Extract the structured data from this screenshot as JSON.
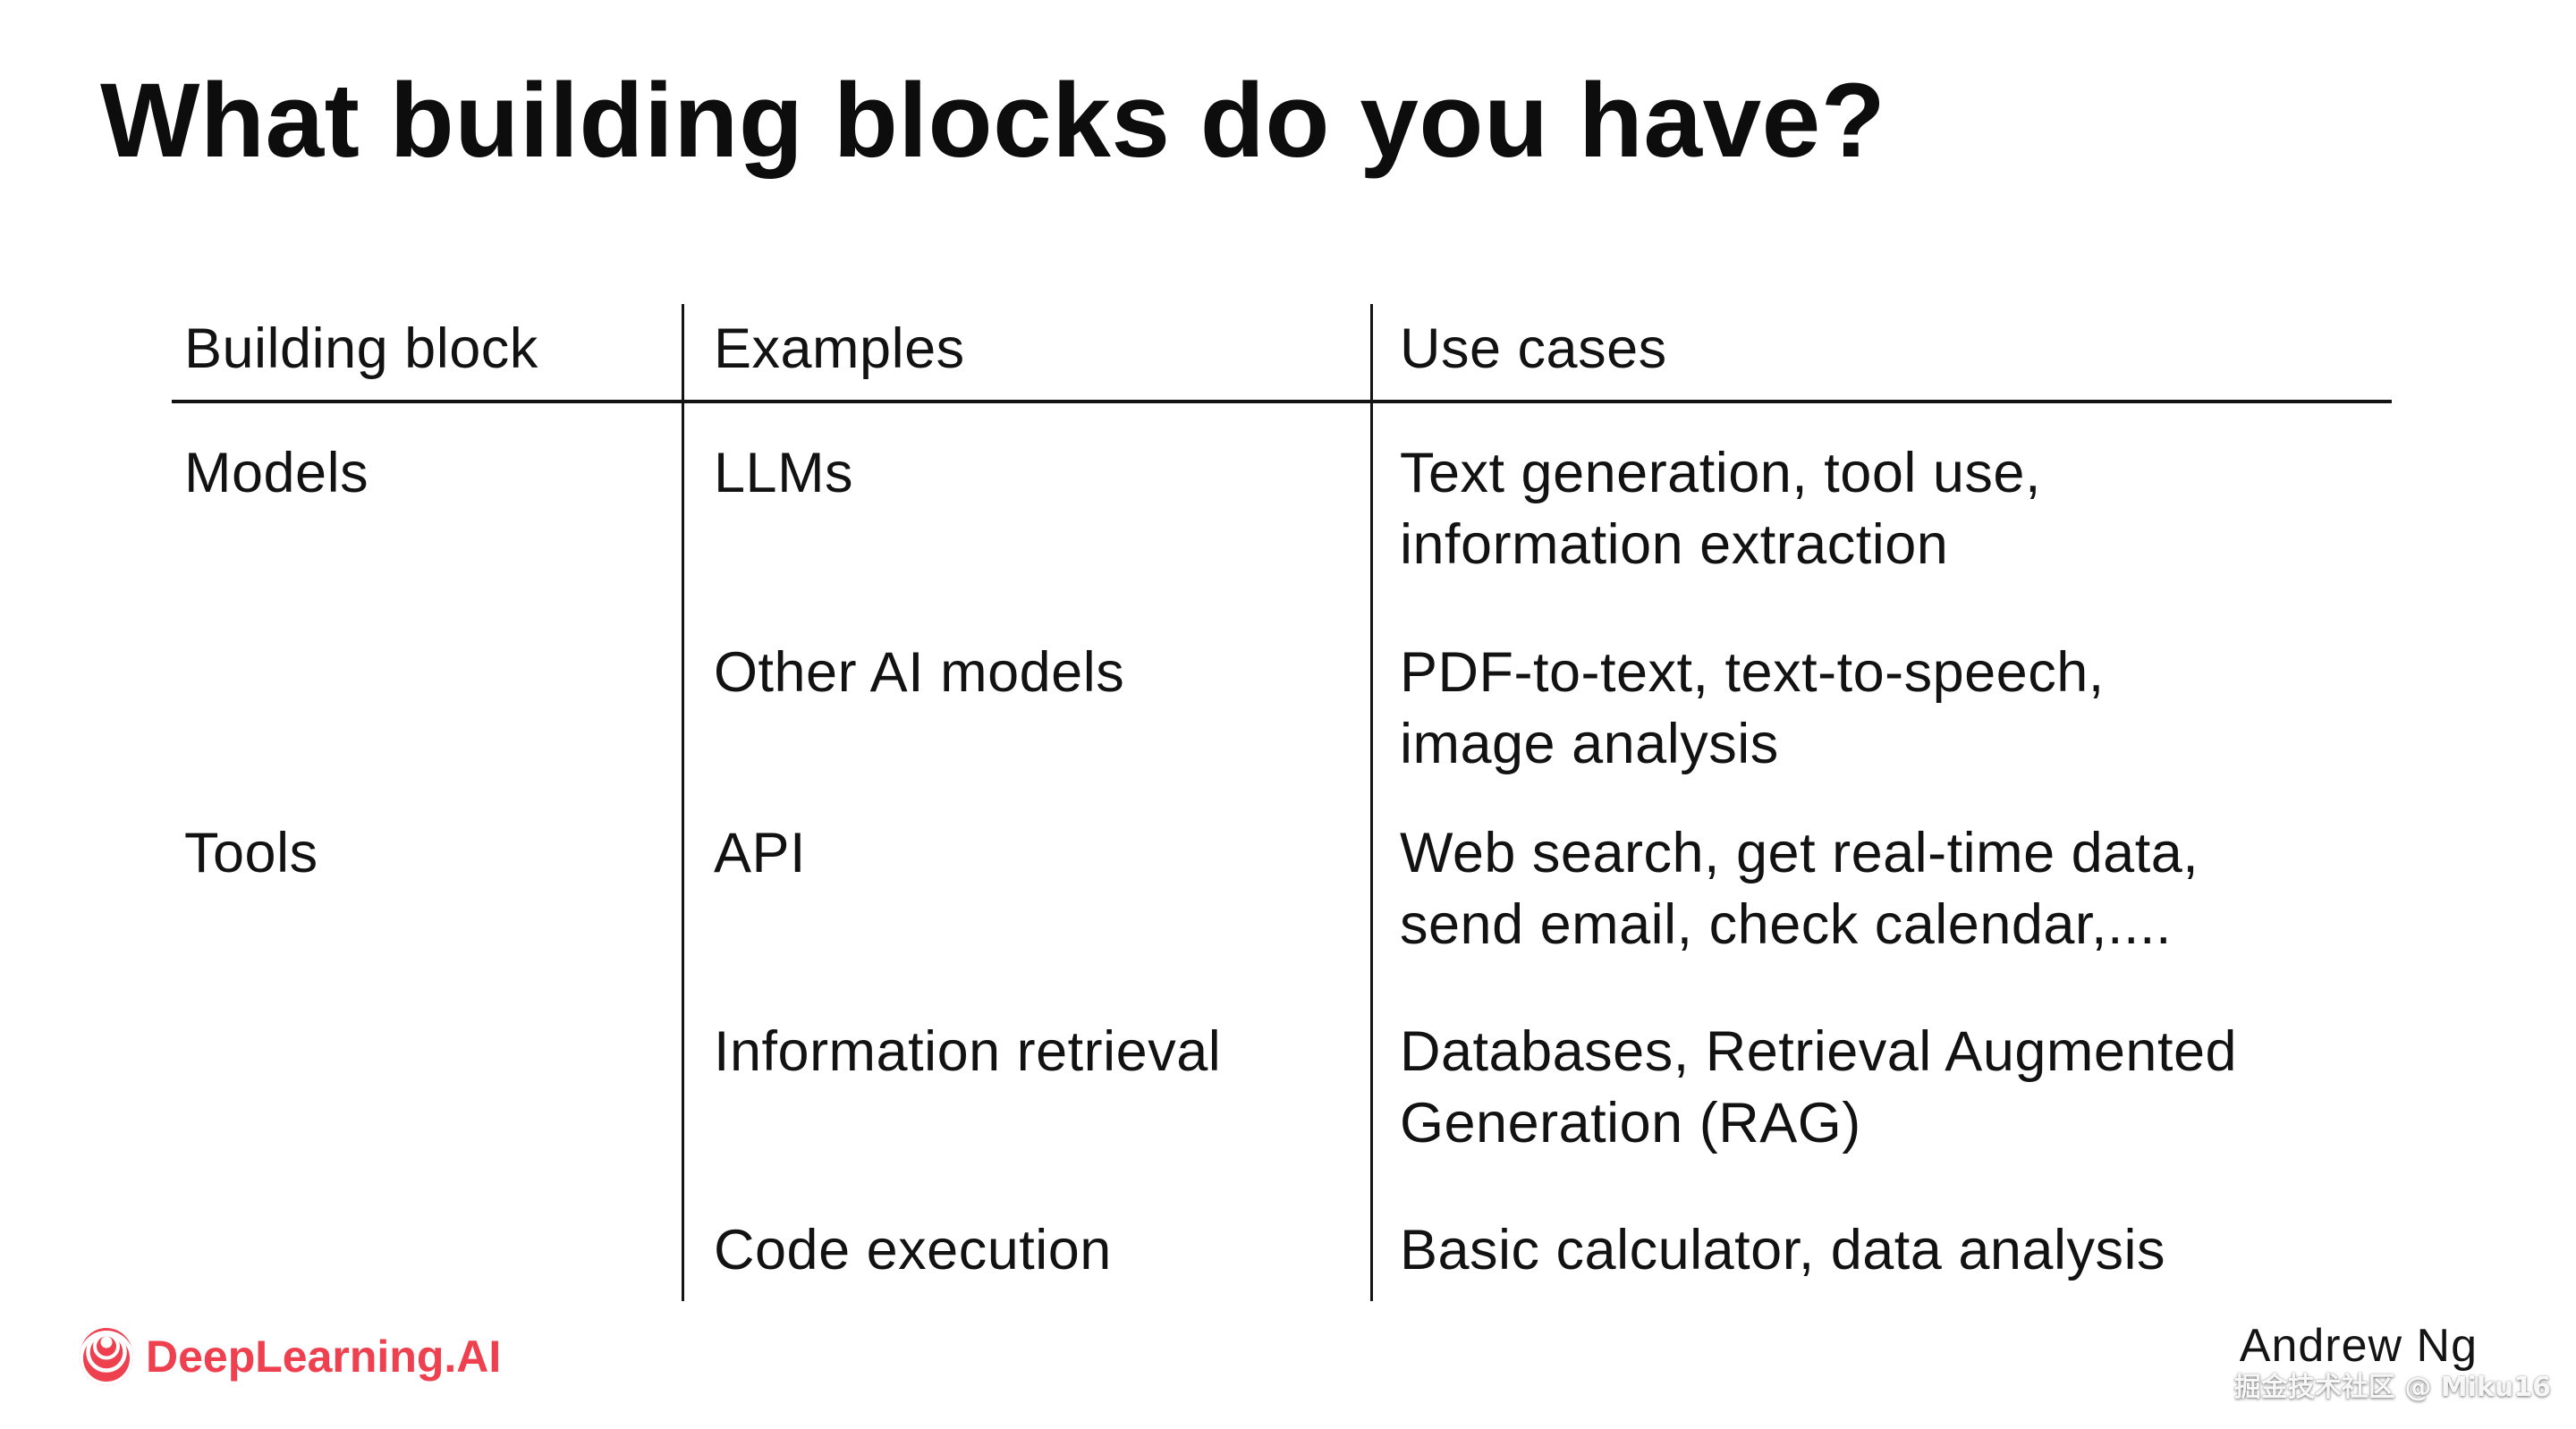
{
  "slide": {
    "title": "What building blocks do you have?"
  },
  "table": {
    "headers": [
      "Building block",
      "Examples",
      "Use cases"
    ],
    "rows": [
      {
        "block": "Models",
        "example": "LLMs",
        "use_cases": "Text generation, tool use,\ninformation extraction"
      },
      {
        "block": "",
        "example": "Other AI models",
        "use_cases": "PDF-to-text, text-to-speech,\nimage analysis"
      },
      {
        "block": "Tools",
        "example": "API",
        "use_cases": "Web search, get real-time data,\nsend email, check calendar,...."
      },
      {
        "block": "",
        "example": "Information retrieval",
        "use_cases": "Databases, Retrieval Augmented\nGeneration (RAG)"
      },
      {
        "block": "",
        "example": "Code execution",
        "use_cases": "Basic calculator, data analysis"
      }
    ]
  },
  "footer": {
    "brand": "DeepLearning.AI",
    "author": "Andrew Ng",
    "watermark": "掘金技术社区 @ Miku16"
  },
  "colors": {
    "brand_red": "#ee404f",
    "text": "#121212",
    "background": "#ffffff"
  }
}
